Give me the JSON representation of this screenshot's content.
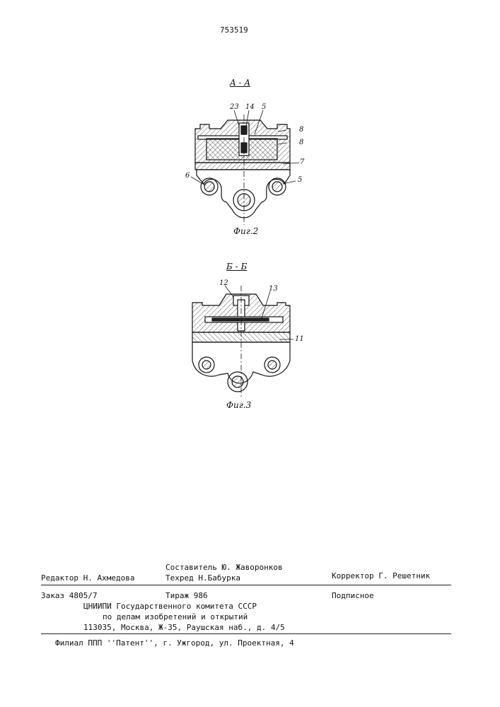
{
  "header": {
    "patent_number": "753519"
  },
  "figures": {
    "section_aa": "A - A",
    "fig2": {
      "caption": "Фиг.2",
      "labels": [
        "23",
        "14",
        "5",
        "8",
        "8",
        "7",
        "6",
        "5"
      ]
    },
    "section_bb": "Б - Б",
    "fig3": {
      "caption": "Фиг.3",
      "labels": [
        "12",
        "13",
        "11"
      ]
    }
  },
  "footer": {
    "compiler": "Составитель Ю. Жаворонков",
    "editor": "Редактор Н. Ахмедова",
    "tech_editor": "Техред Н.Бабурка",
    "corrector": "Корректор Г. Решетник",
    "order": "Заказ 4805/7",
    "circulation": "Тираж 986",
    "subscription": "Подписное",
    "org_line1": "ЦНИИПИ Государственного комитета СССР",
    "org_line2": "по делам изобретений и открытий",
    "org_line3": "113035, Москва, Ж-35, Раушская наб., д. 4/5",
    "branch": "Филиал ППП ''Патент'', г. Ужгород, ул. Проектная, 4"
  }
}
